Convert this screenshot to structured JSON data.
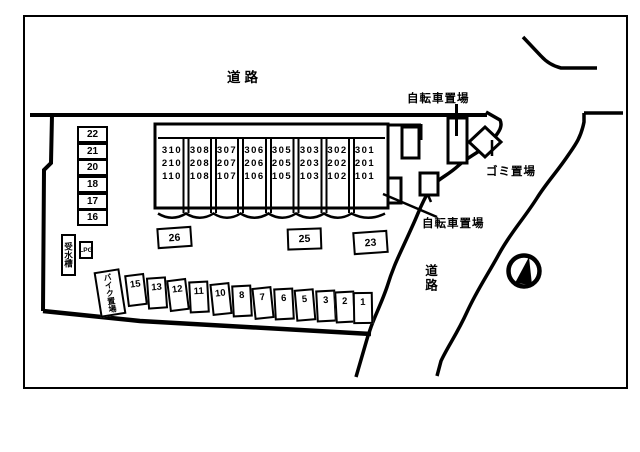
{
  "colors": {
    "ink": "#000000",
    "paper": "#ffffff"
  },
  "labels": {
    "road_top": "道路",
    "road_side": "道路",
    "bicycle_parking_top": "自転車置場",
    "bicycle_parking_bottom": "自転車置場",
    "garbage_area": "ゴミ置場",
    "motorcycle_parking": "バイク置場",
    "water_tank": "受水槽",
    "lpg": "LPG"
  },
  "building": {
    "columns": [
      {
        "rooms": [
          "310",
          "210",
          "110"
        ]
      },
      {
        "rooms": [
          "308",
          "208",
          "108"
        ]
      },
      {
        "rooms": [
          "307",
          "207",
          "107"
        ]
      },
      {
        "rooms": [
          "306",
          "206",
          "106"
        ]
      },
      {
        "rooms": [
          "305",
          "205",
          "105"
        ]
      },
      {
        "rooms": [
          "303",
          "203",
          "103"
        ]
      },
      {
        "rooms": [
          "302",
          "202",
          "102"
        ]
      },
      {
        "rooms": [
          "301",
          "201",
          "101"
        ]
      }
    ]
  },
  "numbered_spaces": {
    "left_stack": [
      "22",
      "21",
      "20",
      "18",
      "17",
      "16"
    ],
    "detached": [
      "26",
      "25",
      "23"
    ],
    "parking_row": [
      "15",
      "13",
      "12",
      "11",
      "10",
      "8",
      "7",
      "6",
      "5",
      "3",
      "2",
      "1"
    ]
  },
  "icons": {
    "compass": "north-compass-icon"
  }
}
